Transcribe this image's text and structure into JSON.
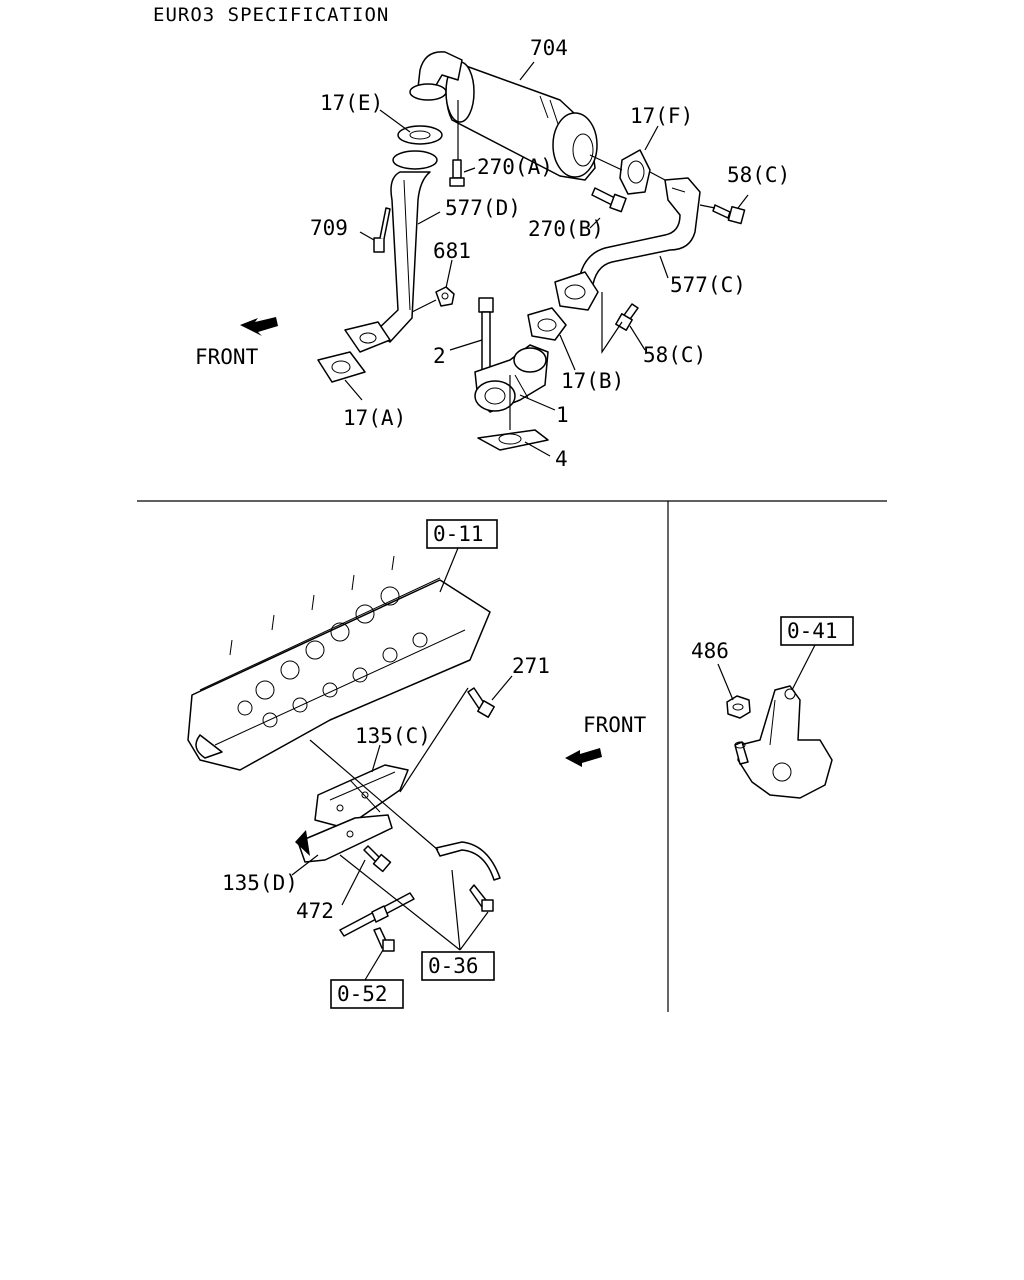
{
  "title": "EURO3 SPECIFICATION",
  "front_labels": [
    "FRONT",
    "FRONT"
  ],
  "top_callouts": {
    "c704": "704",
    "c17e": "17(E)",
    "c270a": "270(A)",
    "c17f": "17(F)",
    "c58c_top": "58(C)",
    "c577d": "577(D)",
    "c709": "709",
    "c270b": "270(B)",
    "c681": "681",
    "c577c": "577(C)",
    "c2": "2",
    "c58c_bottom": "58(C)",
    "c17b": "17(B)",
    "c1": "1",
    "c17a": "17(A)",
    "c4": "4"
  },
  "bottom_left_callouts": {
    "ref011": "0-11",
    "c271": "271",
    "c135c": "135(C)",
    "c135d": "135(D)",
    "c472": "472",
    "ref036": "0-36",
    "ref052": "0-52"
  },
  "bottom_right_callouts": {
    "c486": "486",
    "ref041": "0-41"
  }
}
